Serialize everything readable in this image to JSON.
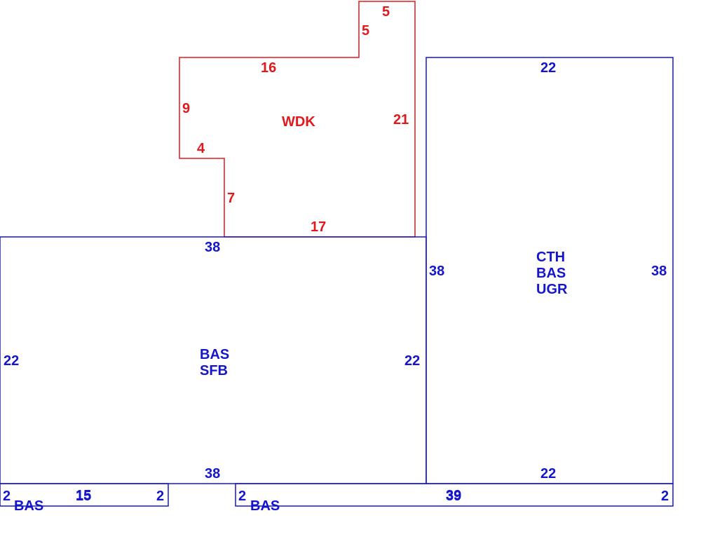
{
  "colors": {
    "deck": "#e0191f",
    "building": "#1515cc"
  },
  "wdk": {
    "name": "WDK",
    "dims": {
      "top_small": "5",
      "step_small": "5",
      "top_long": "16",
      "left_upper": "9",
      "notch": "4",
      "left_lower": "7",
      "bottom": "17",
      "right": "21"
    }
  },
  "bas_sfb": {
    "line1": "BAS",
    "line2": "SFB",
    "dims": {
      "top": "38",
      "left": "22",
      "right": "22",
      "bottom": "38"
    }
  },
  "cth": {
    "line1": "CTH",
    "line2": "BAS",
    "line3": "UGR",
    "dims": {
      "top": "22",
      "left": "38",
      "right": "38",
      "bottom": "22"
    }
  },
  "strip_left": {
    "name": "BAS",
    "dims": {
      "left": "2",
      "right": "2",
      "top_a": "15",
      "top_b": "15"
    }
  },
  "strip_right": {
    "name": "BAS",
    "dims": {
      "left": "2",
      "right": "2",
      "top_a": "39",
      "top_b": "39"
    }
  }
}
